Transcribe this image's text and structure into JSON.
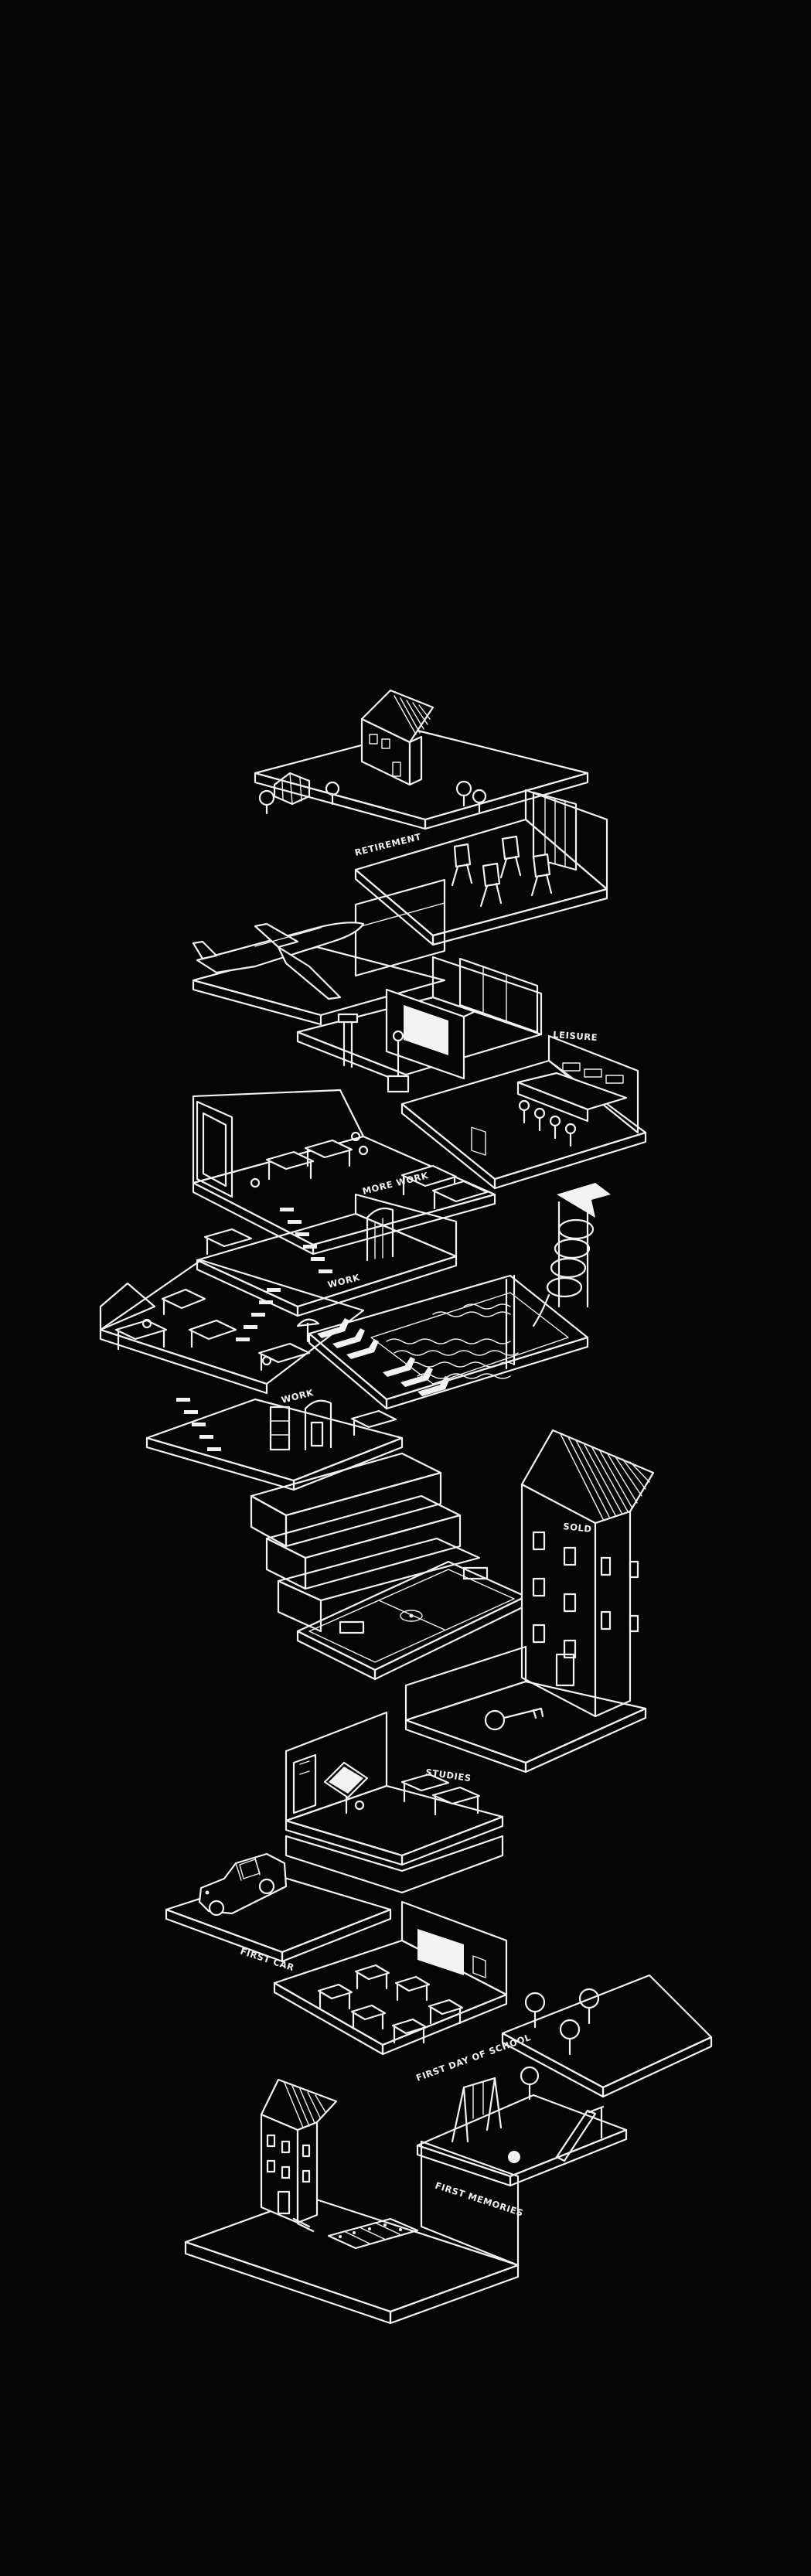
{
  "colors": {
    "background": "#050505",
    "line": "#f2f2f2"
  },
  "labels": {
    "retirement": "RETIREMENT",
    "leisure": "LEISURE",
    "more_work": "MORE WORK",
    "work_upper": "WORK",
    "work_lower": "WORK",
    "sold": "SOLD",
    "studies": "STUDIES",
    "first_car": "FIRST CAR",
    "first_day_of_school": "FIRST DAY OF SCHOOL",
    "first_memories": "FIRST MEMORIES"
  },
  "icons": [
    "house-icon",
    "greenhouse-icon",
    "tree-icon",
    "easel-icon",
    "wardrobe-icon",
    "airplane-icon",
    "projection-screen-icon",
    "bar-counter-icon",
    "bar-stool-icon",
    "desk-icon",
    "staircase-icon",
    "water-slide-icon",
    "swimming-pool-icon",
    "lounge-chair-icon",
    "umbrella-icon",
    "football-pitch-icon",
    "townhouse-icon",
    "key-icon",
    "car-icon",
    "school-desk-icon",
    "blackboard-icon",
    "swing-icon",
    "slide-icon",
    "ball-icon",
    "hopscotch-icon"
  ]
}
